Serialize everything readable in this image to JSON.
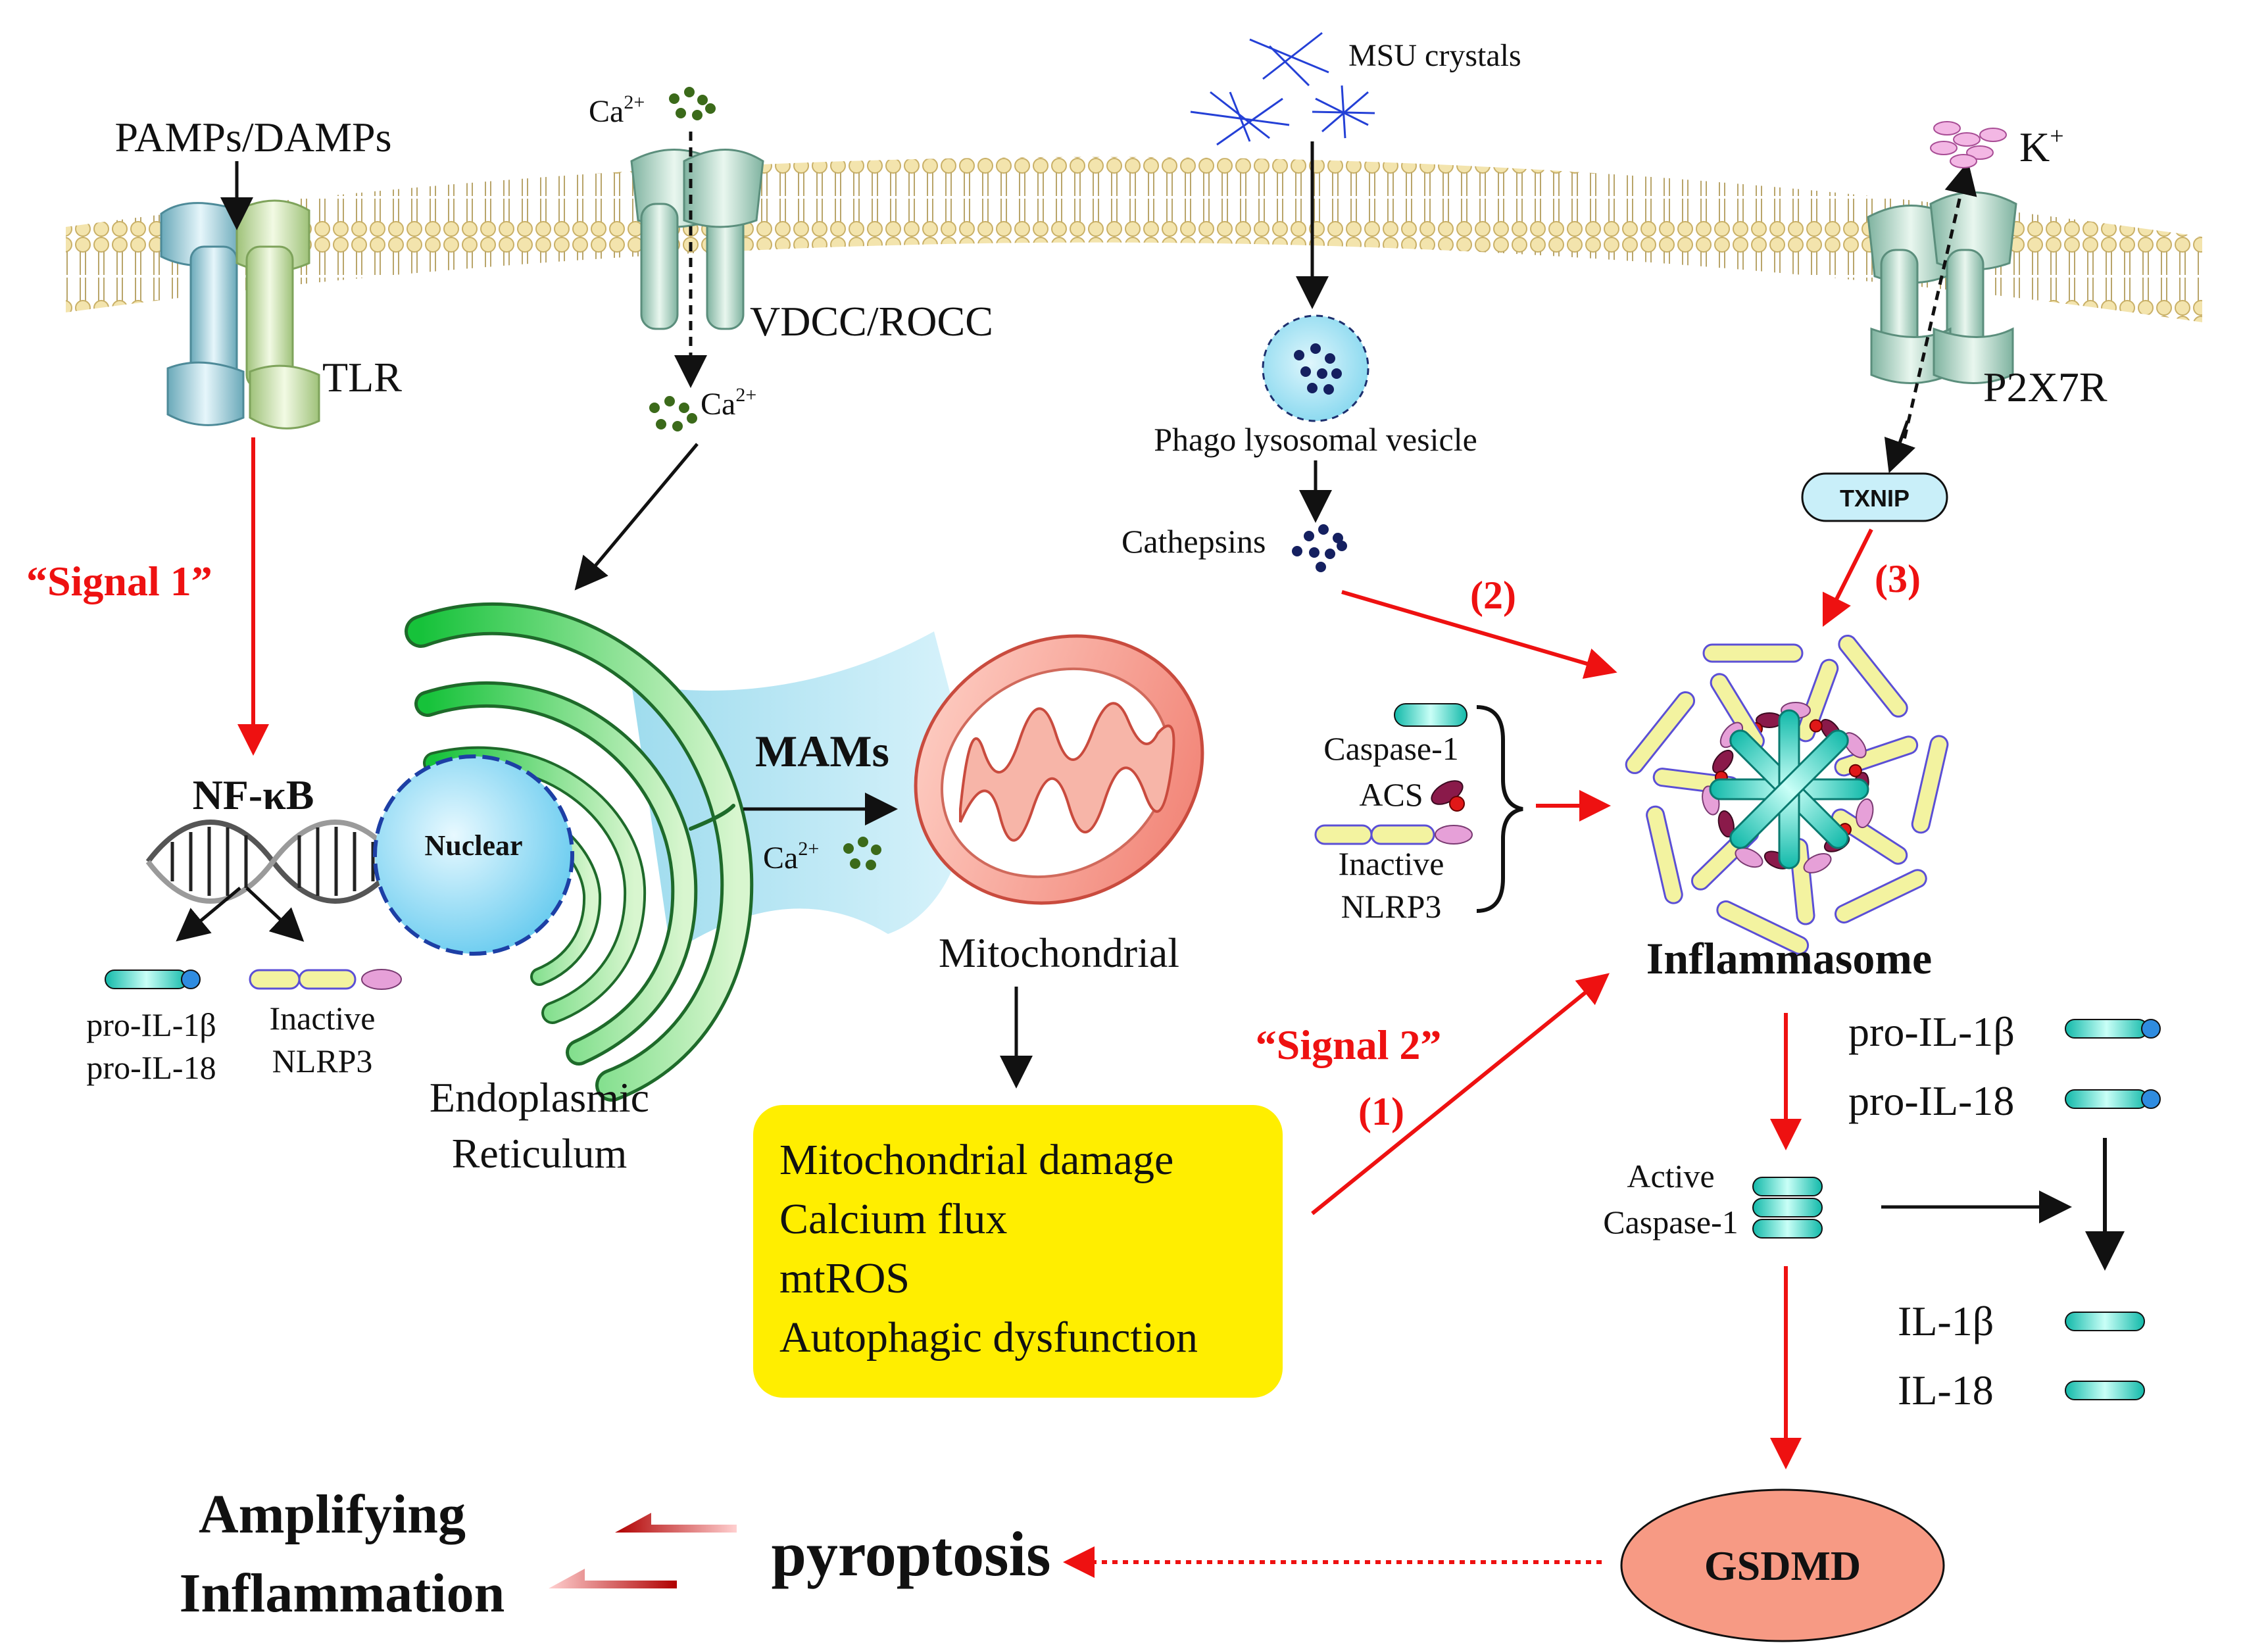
{
  "labels": {
    "pamps": "PAMPs/DAMPs",
    "tlr": "TLR",
    "ca_top": "Ca",
    "ca_mid": "Ca",
    "ca_mams": "Ca",
    "ca_sup": "2+",
    "vdcc": "VDCC/ROCC",
    "msu": "MSU crystals",
    "phago": "Phago lysosomal vesicle",
    "cathepsins": "Cathepsins",
    "k": "K",
    "k_sup": "+",
    "p2x7r": "P2X7R",
    "txnip": "TXNIP",
    "signal1": "“Signal 1”",
    "signal2": "“Signal 2”",
    "num1": "(1)",
    "num2": "(2)",
    "num3": "(3)",
    "nfkb": "NF-κB",
    "nuclear": "Nuclear",
    "pro_il1b_left": "pro-IL-1β",
    "pro_il18_left": "pro-IL-18",
    "inactive_left": "Inactive",
    "nlrp3_left": "NLRP3",
    "er_line1": "Endoplasmic",
    "er_line2": "Reticulum",
    "mams": "MAMs",
    "mitochondrial": "Mitochondrial",
    "box_lines": [
      "Mitochondrial damage",
      "Calcium flux",
      "mtROS",
      "Autophagic dysfunction"
    ],
    "caspase1": "Caspase-1",
    "acs": "ACS",
    "inactive_mid": "Inactive",
    "nlrp3_mid": "NLRP3",
    "inflammasome": "Inflammasome",
    "pro_il1b_right": "pro-IL-1β",
    "pro_il18_right": "pro-IL-18",
    "active": "Active",
    "active_casp": "Caspase-1",
    "il1b": "IL-1β",
    "il18": "IL-18",
    "gsdmd": "GSDMD",
    "pyroptosis": "pyroptosis",
    "amplifying": "Amplifying",
    "inflammation": "Inflammation"
  },
  "colors": {
    "red_arrow": "#ee1111",
    "yellow_box": "#ffee00",
    "gsdmd_fill": "#f79a84",
    "caspase_fill": "#2fd6c6",
    "nlrp3_fill": "#f3f3a0",
    "nlrp3_stroke": "#5b4fd6",
    "mams_band": "#bfeaf7",
    "er_green": "#3dd85c",
    "ca_dots": "#3b6a1a",
    "cathepsin_dots": "#152060",
    "msu_blue": "#2440d6"
  },
  "icons": [
    "receptor-tlr-icon",
    "channel-vdcc-icon",
    "channel-p2x7r-icon",
    "dna-helix-icon",
    "nucleus-icon",
    "endoplasmic-reticulum-icon",
    "mitochondrion-icon",
    "inflammasome-complex-icon",
    "msu-crystal-icon",
    "phagolysosome-icon"
  ]
}
